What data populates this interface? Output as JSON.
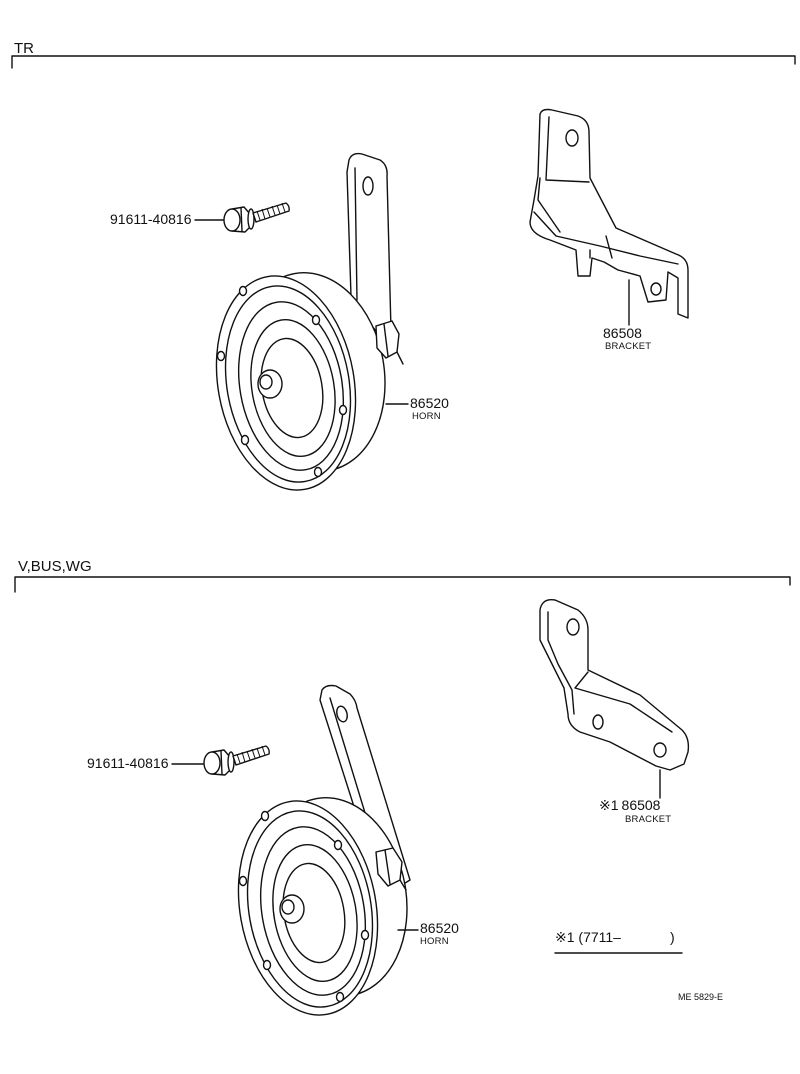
{
  "sections": [
    {
      "label": "TR",
      "bolt": {
        "part_no": "91611-40816"
      },
      "horn": {
        "part_no": "86520",
        "name": "HORN"
      },
      "bracket": {
        "marker": "",
        "part_no": "86508",
        "name": "BRACKET"
      }
    },
    {
      "label": "V,BUS,WG",
      "bolt": {
        "part_no": "91611-40816"
      },
      "horn": {
        "part_no": "86520",
        "name": "HORN"
      },
      "bracket": {
        "marker": "※1",
        "part_no": "86508",
        "name": "BRACKET"
      }
    }
  ],
  "footnote": {
    "range_open": "※1 (7711–",
    "range_close": ")"
  },
  "diagram_code": "ME 5829-E"
}
